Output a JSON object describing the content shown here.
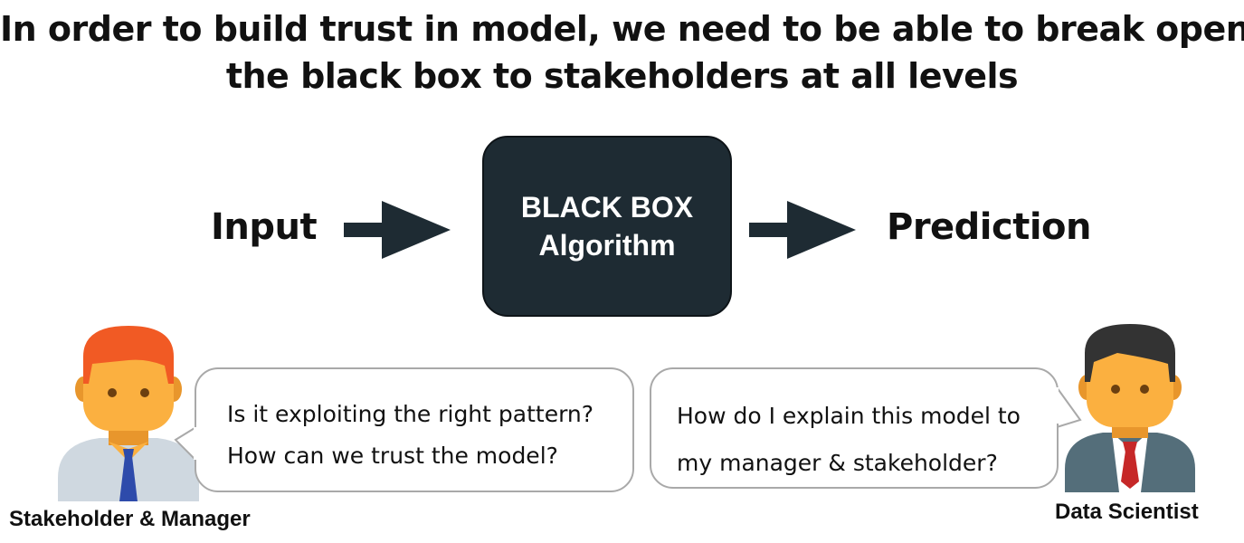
{
  "title": {
    "line1": "In order to build trust in model, we need to be able to break open",
    "line2": "the black box to stakeholders at all levels"
  },
  "flow": {
    "input": "Input",
    "blackbox_line1": "BLACK BOX",
    "blackbox_line2": "Algorithm",
    "prediction": "Prediction"
  },
  "stakeholder": {
    "label": "Stakeholder & Manager",
    "bubble_line1": "Is it exploiting the right pattern?",
    "bubble_line2": "How can we trust the model?"
  },
  "scientist": {
    "label": "Data Scientist",
    "bubble_line1": "How do I explain this model to",
    "bubble_line2": "my manager & stakeholder?"
  },
  "colors": {
    "blackbox": "#1e2b33",
    "arrow": "#1e2b33",
    "skin": "#fbb040",
    "stakeholder_hair": "#f15a24",
    "scientist_hair": "#333333",
    "stakeholder_shirt": "#cfd8e0",
    "stakeholder_tie": "#2e4bab",
    "scientist_suit": "#546e7a",
    "scientist_tie": "#c62828"
  }
}
